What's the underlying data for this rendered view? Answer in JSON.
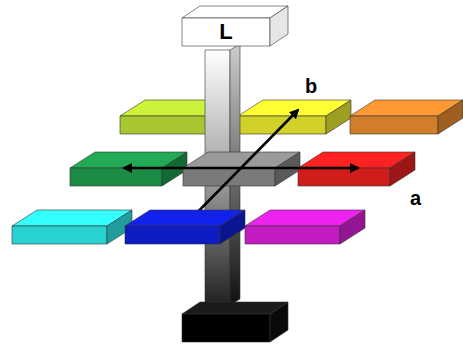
{
  "diagram": {
    "nodes": [
      {
        "text": [
          "L"
        ]
      }
    ],
    "labels": [
      "b",
      "a"
    ]
  }
}
